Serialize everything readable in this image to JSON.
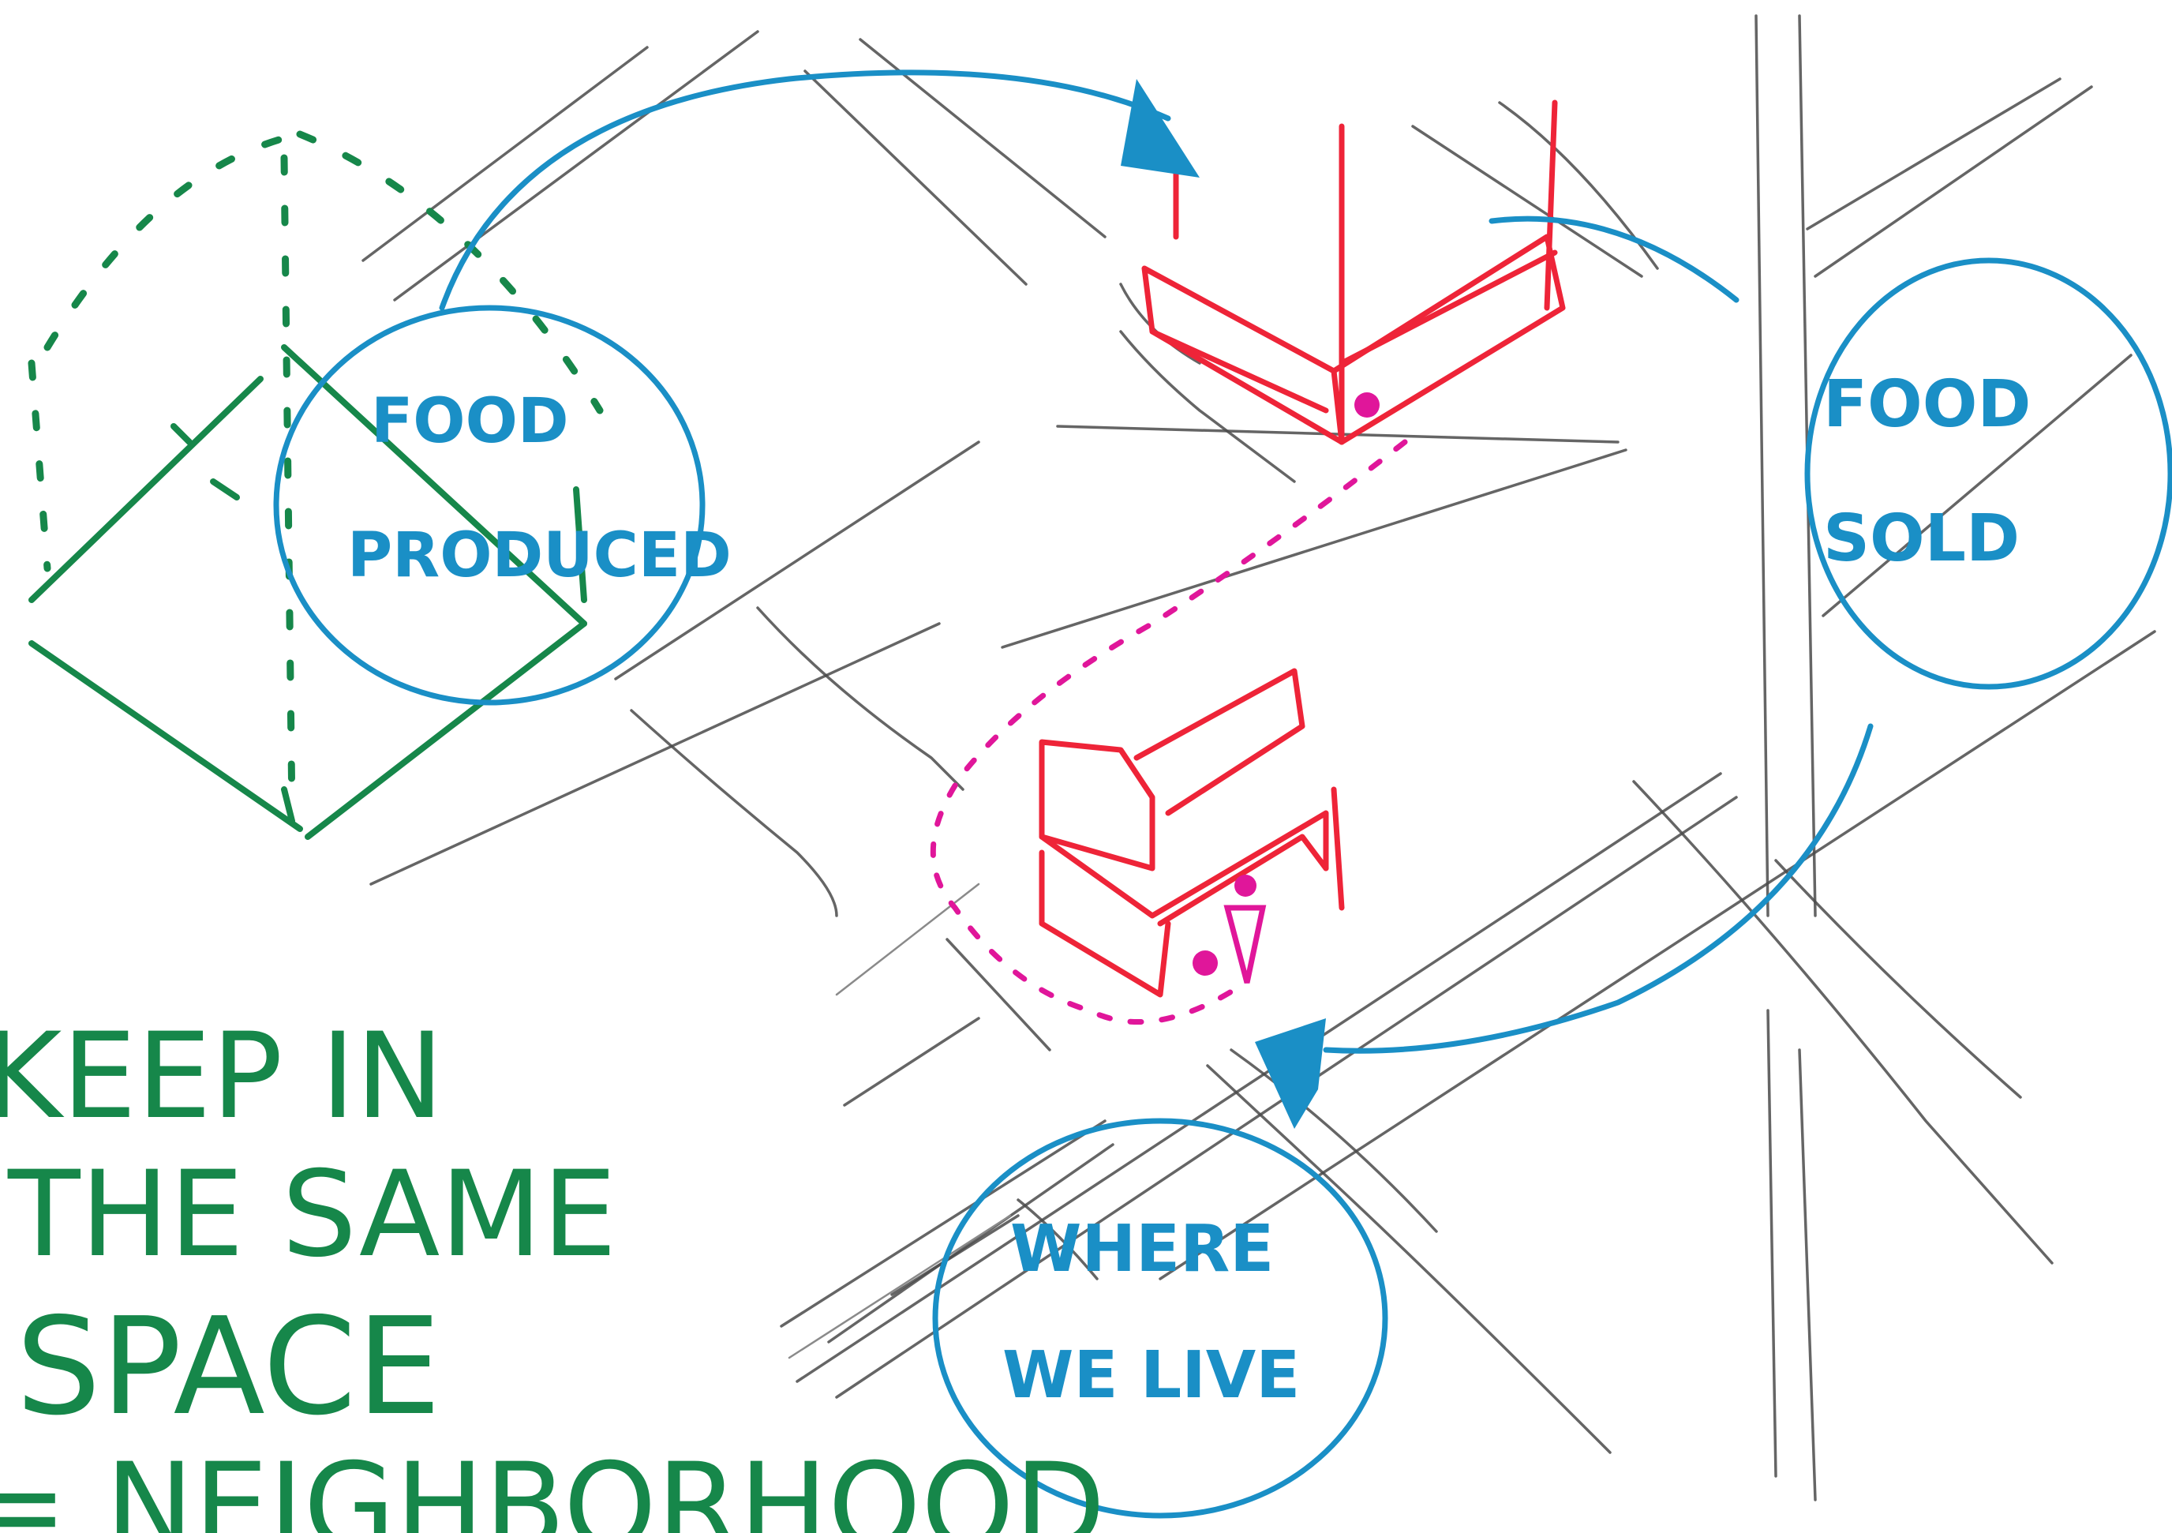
{
  "labels": {
    "food_produced": [
      "FOOD",
      "PRODUCED"
    ],
    "food_sold": [
      "FOOD",
      "SOLD"
    ],
    "where_we_live": [
      "WHERE",
      "WE LIVE"
    ],
    "note": [
      "KEEP IN",
      "THE SAME",
      "SPACE",
      "= NEIGHBORHOOD"
    ]
  },
  "colors": {
    "blue": "#1a8fc6",
    "green": "#16874a",
    "red": "#ee2438",
    "magenta": "#e0169a",
    "street": "#4a4a4a"
  }
}
